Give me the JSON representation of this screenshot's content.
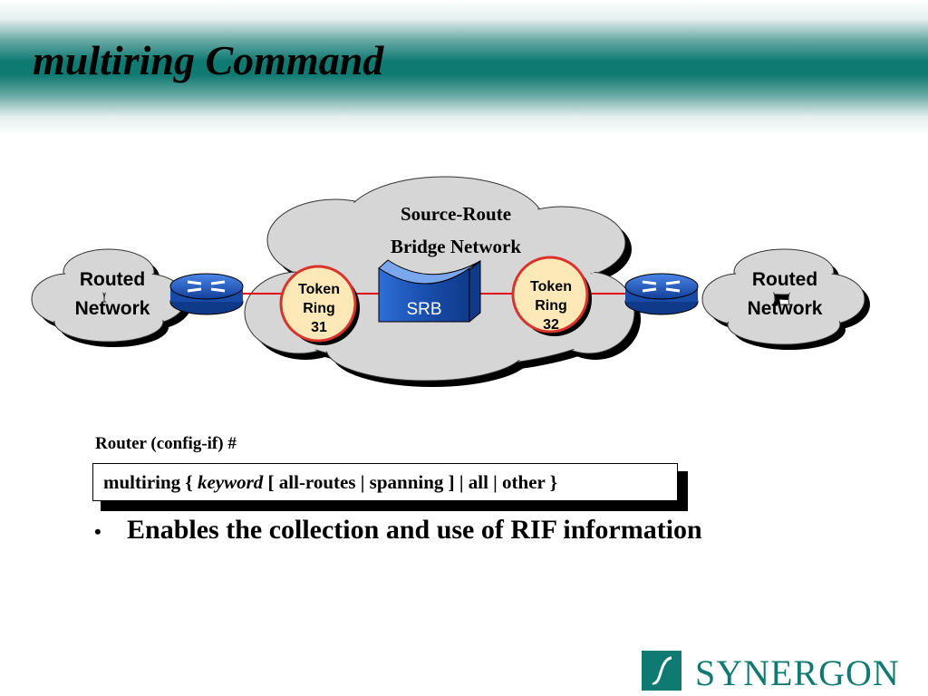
{
  "slide": {
    "title": "multiring Command"
  },
  "diagram": {
    "srb_network_label_line1": "Source-Route",
    "srb_network_label_line2": "Bridge Network",
    "left_network": {
      "line1": "Routed",
      "line2": "Network"
    },
    "right_network": {
      "line1": "Routed",
      "line2": "Network"
    },
    "left_ring": {
      "line1": "Token",
      "line2": "Ring",
      "line3": "31"
    },
    "right_ring": {
      "line1": "Token",
      "line2": "Ring",
      "line3": "32"
    },
    "bridge_label": "SRB",
    "colors": {
      "cloud": "#d6d6d6",
      "router": "#1f5fc8",
      "bridge": "#1f5fc8",
      "ring": "#fde9b8",
      "ring_border": "#d9332c",
      "link": "#e01010"
    }
  },
  "command": {
    "prompt": "Router (config-if) #",
    "syntax_pre": "multiring { ",
    "syntax_keyword": "keyword",
    "syntax_post": " [ all-routes | spanning ] | all  | other }"
  },
  "bullets": [
    "Enables the collection and use of RIF information"
  ],
  "logo": {
    "text": "SYNERGON",
    "color": "#0f7a72"
  }
}
